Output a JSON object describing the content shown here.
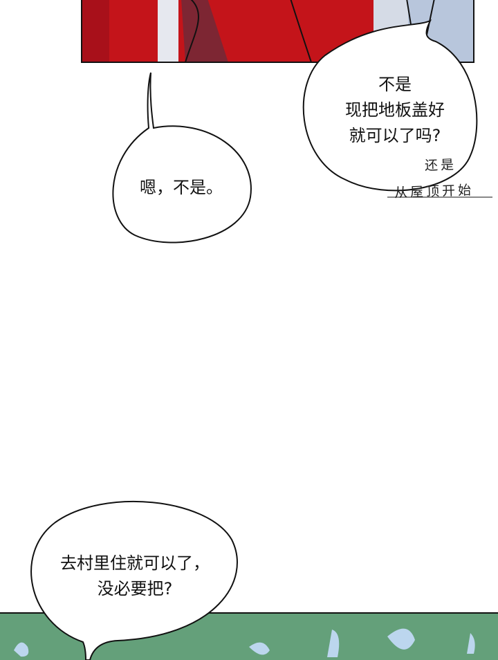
{
  "panels": {
    "top": {
      "colors": {
        "red": "#c4141a",
        "sky": "#b8c6dc"
      }
    },
    "bottom": {
      "colors": {
        "green": "#64a07a",
        "splash": "#bcd6ee"
      }
    }
  },
  "bubbles": {
    "right": {
      "lines": [
        "不是",
        "现把地板盖好",
        "就可以了吗?"
      ]
    },
    "left": {
      "text": "嗯，不是。"
    },
    "bottom": {
      "lines": [
        "去村里住就可以了，",
        "没必要把?"
      ]
    }
  },
  "handwritten": {
    "line1": "还是",
    "line2": "从屋顶开始"
  }
}
